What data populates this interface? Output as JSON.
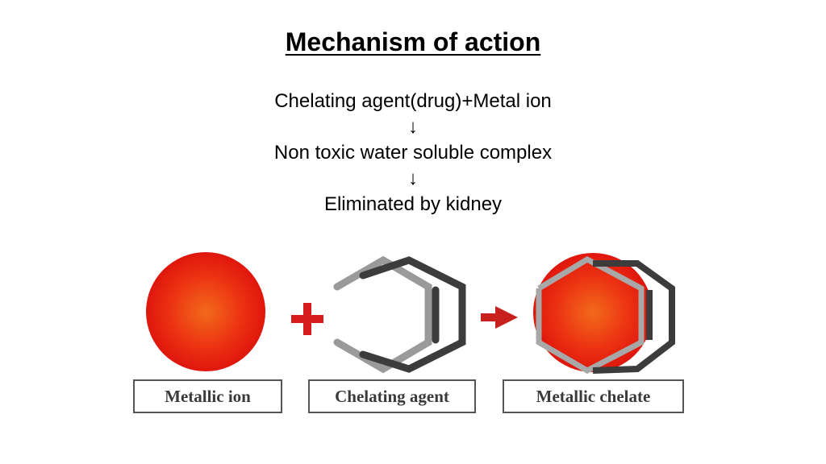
{
  "slide": {
    "title": "Mechanism of action",
    "steps": [
      "Chelating agent(drug)+Metal ion",
      "Non toxic water soluble complex",
      "Eliminated by kidney"
    ],
    "arrow_glyph": "↓"
  },
  "figure": {
    "labels": {
      "metallic_ion": "Metallic ion",
      "chelating_agent": "Chelating agent",
      "metallic_chelate": "Metallic chelate"
    },
    "colors": {
      "ion_red": "#e8150f",
      "ion_center": "#f26a1a",
      "plus_red": "#d61c1c",
      "arrow_red": "#c8201c",
      "ring_dark": "#3c3c3c",
      "ring_light": "#9a9a9a"
    }
  }
}
